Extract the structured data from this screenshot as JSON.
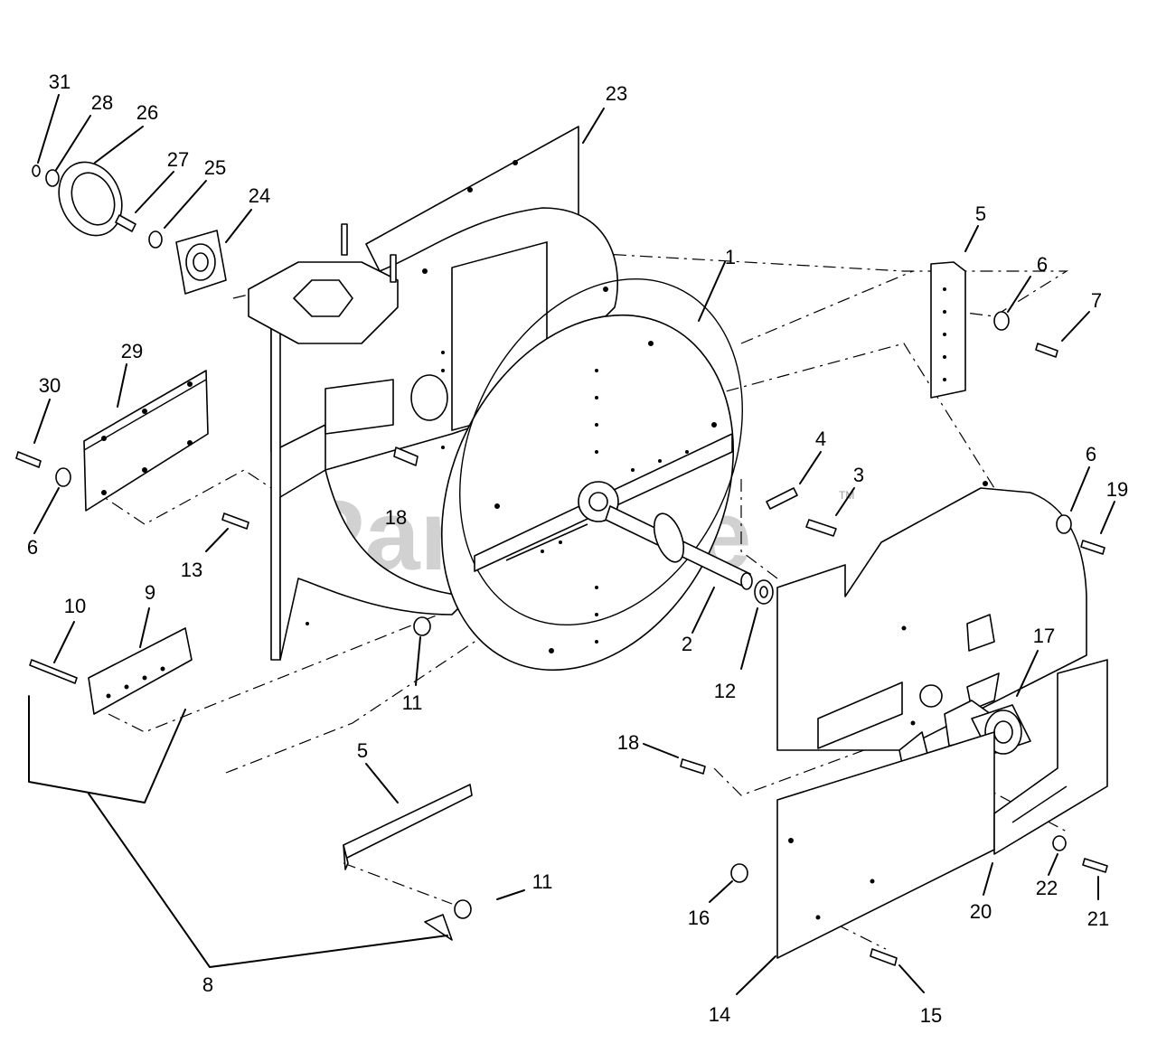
{
  "watermark": {
    "text": "PartsTree",
    "trademark": "TM"
  },
  "callouts": [
    {
      "label": "31",
      "name": "callout-31"
    },
    {
      "label": "28",
      "name": "callout-28"
    },
    {
      "label": "26",
      "name": "callout-26"
    },
    {
      "label": "27",
      "name": "callout-27"
    },
    {
      "label": "25",
      "name": "callout-25"
    },
    {
      "label": "24",
      "name": "callout-24"
    },
    {
      "label": "23",
      "name": "callout-23"
    },
    {
      "label": "1",
      "name": "callout-1"
    },
    {
      "label": "5",
      "name": "callout-5-upper"
    },
    {
      "label": "6",
      "name": "callout-6-upper"
    },
    {
      "label": "7",
      "name": "callout-7"
    },
    {
      "label": "29",
      "name": "callout-29"
    },
    {
      "label": "30",
      "name": "callout-30"
    },
    {
      "label": "6",
      "name": "callout-6-left"
    },
    {
      "label": "18",
      "name": "callout-18-upper"
    },
    {
      "label": "4",
      "name": "callout-4"
    },
    {
      "label": "3",
      "name": "callout-3"
    },
    {
      "label": "6",
      "name": "callout-6-right"
    },
    {
      "label": "19",
      "name": "callout-19"
    },
    {
      "label": "13",
      "name": "callout-13"
    },
    {
      "label": "10",
      "name": "callout-10"
    },
    {
      "label": "9",
      "name": "callout-9"
    },
    {
      "label": "11",
      "name": "callout-11-upper"
    },
    {
      "label": "2",
      "name": "callout-2"
    },
    {
      "label": "12",
      "name": "callout-12"
    },
    {
      "label": "17",
      "name": "callout-17"
    },
    {
      "label": "18",
      "name": "callout-18-lower"
    },
    {
      "label": "5",
      "name": "callout-5-lower"
    },
    {
      "label": "11",
      "name": "callout-11-lower"
    },
    {
      "label": "16",
      "name": "callout-16"
    },
    {
      "label": "20",
      "name": "callout-20"
    },
    {
      "label": "22",
      "name": "callout-22"
    },
    {
      "label": "21",
      "name": "callout-21"
    },
    {
      "label": "8",
      "name": "callout-8"
    },
    {
      "label": "14",
      "name": "callout-14"
    },
    {
      "label": "15",
      "name": "callout-15"
    }
  ]
}
